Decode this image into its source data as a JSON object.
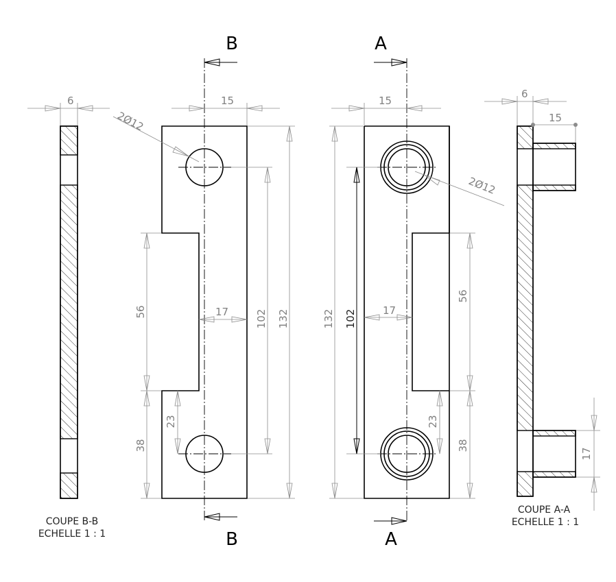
{
  "section_labels": {
    "b_top": "B",
    "b_bottom": "B",
    "a_top": "A",
    "a_bottom": "A"
  },
  "captions": {
    "coupe_bb": "COUPE B-B",
    "echelle_bb": "ECHELLE 1 : 1",
    "coupe_aa": "COUPE A-A",
    "echelle_aa": "ECHELLE 1 : 1"
  },
  "dimensions": {
    "bb_thickness": "6",
    "front1_offset": "15",
    "front1_holes": "2Ø12",
    "front1_notch_height": "56",
    "front1_notch_depth": "17",
    "front1_hole_spacing": "102",
    "front1_total_height": "132",
    "front1_lower_height": "38",
    "front1_hole_offset": "23",
    "front2_offset": "15",
    "front2_holes": "2Ø12",
    "front2_total_height": "132",
    "front2_hole_spacing": "102",
    "front2_notch_depth": "17",
    "front2_notch_height": "56",
    "front2_hole_offset": "23",
    "front2_lower_height": "38",
    "aa_thickness": "6",
    "aa_boss_length": "15",
    "aa_boss_diameter": "17"
  }
}
